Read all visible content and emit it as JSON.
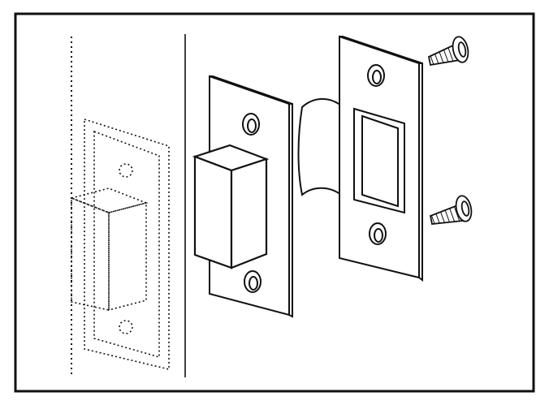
{
  "figure": {
    "description_visible_text": "",
    "components": [
      "door-edge-outline",
      "hidden-latch-outline",
      "latch-faceplate",
      "latch-bolt",
      "strike-plate",
      "screw-top",
      "screw-bottom"
    ],
    "colors": {
      "ink": "#111111",
      "paper": "#ffffff"
    }
  }
}
